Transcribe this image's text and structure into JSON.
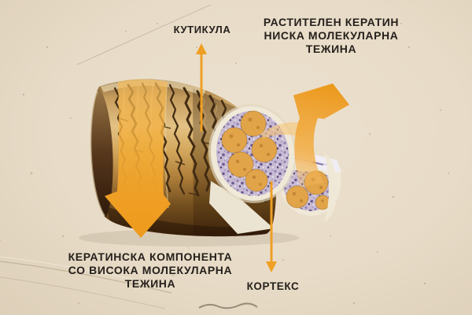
{
  "page": {
    "title": "Hair shaft keratin diagram"
  },
  "labels": {
    "cuticle": "КУТИКУЛА",
    "plant_keratin_line1": "РАСТИТЕЛЕН КЕРАТИН",
    "plant_keratin_line2": "НИСКА МОЛЕКУЛАРНА",
    "plant_keratin_line3": "ТЕЖИНА",
    "high_mw_line1": "КЕРАТИНСКА КОМПОНЕНТА",
    "high_mw_line2": "СО ВИСОКА МОЛЕКУЛАРНА",
    "high_mw_line3": "ТЕЖИНА",
    "cortex": "КОРТЕКС"
  },
  "colors": {
    "background": "#e8dcc8",
    "text": "#25201b",
    "arrow_orange": "#ee9b1e",
    "hair_tan": "#d2a055",
    "hair_dark_brown": "#422b12",
    "cortex_cell_orange": "#e2a449",
    "matrix_lavender": "#c7bbd4",
    "cut_rim_cream": "#f0e9d8"
  }
}
